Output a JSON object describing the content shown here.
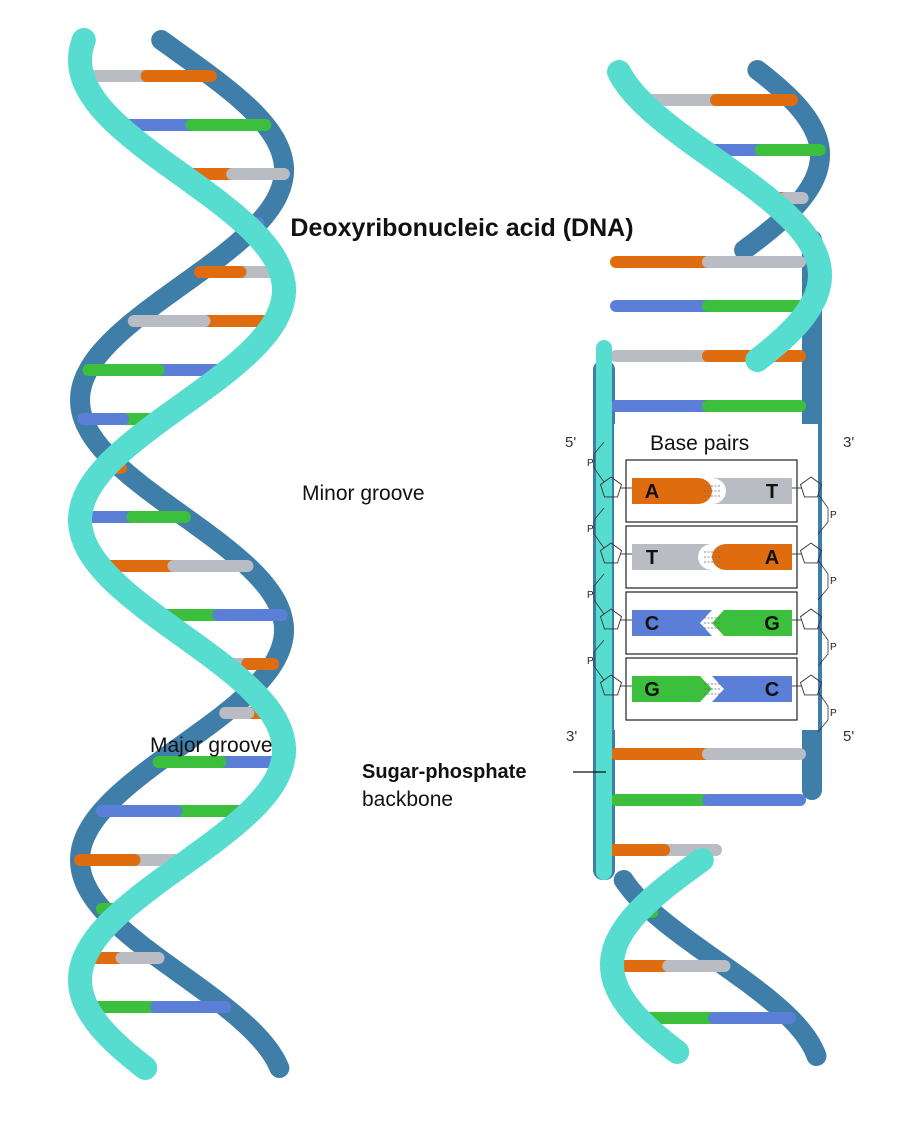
{
  "title": "Deoxyribonucleic acid (DNA)",
  "labels": {
    "minor_groove": "Minor groove",
    "major_groove": "Major groove",
    "backbone_line1": "Sugar-phosphate",
    "backbone_line2": "backbone",
    "base_pairs": "Base pairs"
  },
  "strand_ends": {
    "left_top": "5'",
    "right_top": "3'",
    "left_bottom": "3'",
    "right_bottom": "5'"
  },
  "phosphate_label": "P",
  "base_pairs": [
    {
      "left": "A",
      "right": "T"
    },
    {
      "left": "T",
      "right": "A"
    },
    {
      "left": "C",
      "right": "G"
    },
    {
      "left": "G",
      "right": "C"
    }
  ],
  "colors": {
    "A": "#e06c10",
    "T": "#b9bcc2",
    "C": "#5b7fd6",
    "G": "#3cbf3c",
    "strand_front": "#57dcd0",
    "strand_back": "#3f7ea8"
  }
}
